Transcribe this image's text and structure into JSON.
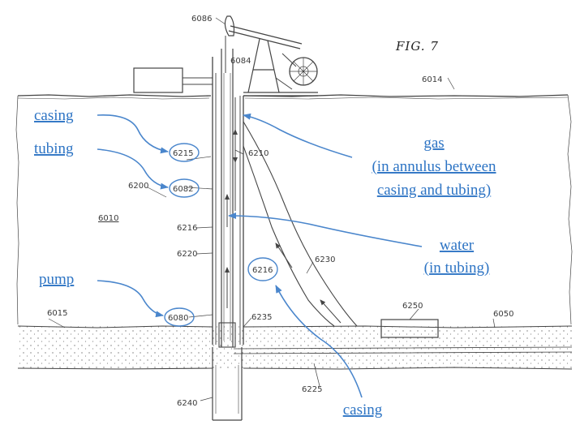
{
  "figure_label": "FIG. 7",
  "refs": {
    "r6086": "6086",
    "r6084": "6084",
    "r6014": "6014",
    "r6215": "6215",
    "r6210": "6210",
    "r6200": "6200",
    "r6082": "6082",
    "r6010": "6010",
    "r6216a": "6216",
    "r6220": "6220",
    "r6216b": "6216",
    "r6230": "6230",
    "r6015": "6015",
    "r6080": "6080",
    "r6235": "6235",
    "r6250": "6250",
    "r6050": "6050",
    "r6225": "6225",
    "r6240": "6240"
  },
  "annotations": {
    "casing_top": "casing",
    "tubing": "tubing",
    "pump": "pump",
    "gas_1": "gas",
    "gas_2": "(in annulus between",
    "gas_3": "casing and tubing)",
    "water_1": "water",
    "water_2": "(in tubing)",
    "casing_bottom": "casing"
  },
  "colors": {
    "annotation": "#2d74c4",
    "arrow": "#4a86cc",
    "ink": "#444444"
  }
}
